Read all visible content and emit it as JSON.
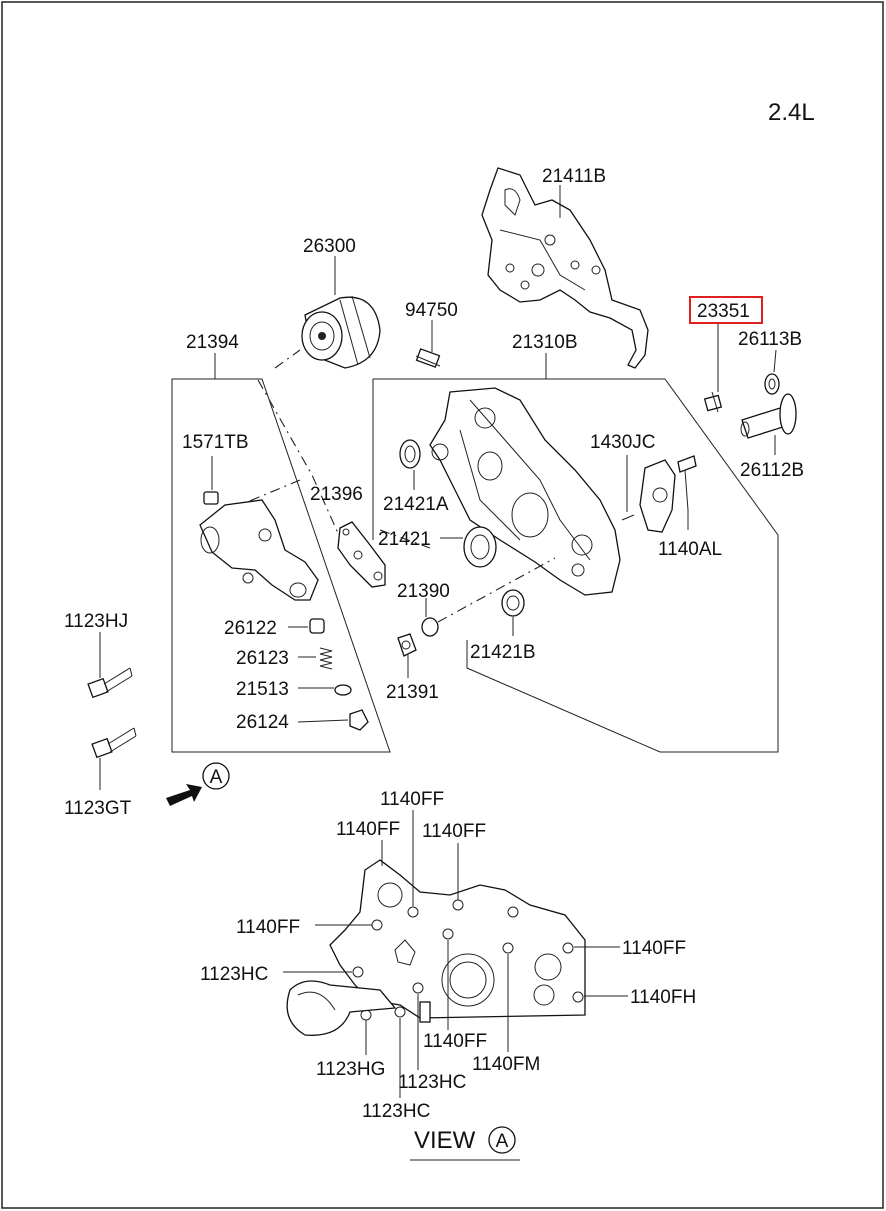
{
  "engine": "2.4L",
  "highlighted_part": "23351",
  "highlight_color": "#e02020",
  "part_labels": {
    "p21411B": "21411B",
    "p26300": "26300",
    "p94750": "94750",
    "p21310B": "21310B",
    "p23351": "23351",
    "p26113B": "26113B",
    "p21394": "21394",
    "p1571TB": "1571TB",
    "p1430JC": "1430JC",
    "p26112B": "26112B",
    "p21421A": "21421A",
    "p21396": "21396",
    "p21421": "21421",
    "p1140AL": "1140AL",
    "p21390": "21390",
    "p26122": "26122",
    "p21421B": "21421B",
    "p1123HJ": "1123HJ",
    "p26123": "26123",
    "p21513": "21513",
    "p21391": "21391",
    "p26124": "26124",
    "p1123GT": "1123GT"
  },
  "view_a": {
    "marker": "A",
    "title": "VIEW",
    "labels": {
      "ff_top": "1140FF",
      "ff_left_top": "1140FF",
      "ff_right_top": "1140FF",
      "ff_left": "1140FF",
      "ff_right": "1140FF",
      "hc_left": "1123HC",
      "fh_right": "1140FH",
      "ff_bottom": "1140FF",
      "hg_bottom": "1123HG",
      "fm_bottom": "1140FM",
      "hc_bottom1": "1123HC",
      "hc_bottom2": "1123HC"
    }
  }
}
